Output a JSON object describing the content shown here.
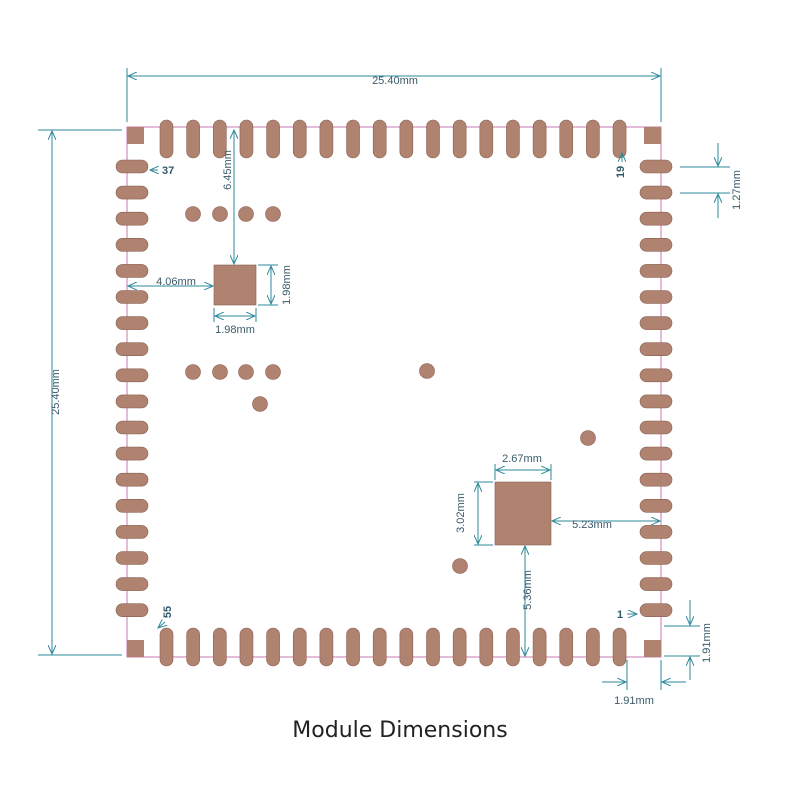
{
  "colors": {
    "pad": "#b08270",
    "pad_stroke": "#8a6050",
    "outline": "#c878b0",
    "dim_line": "#2e8a9a",
    "dim_text": "#3a5a6a",
    "background": "#ffffff"
  },
  "dimensions": {
    "width": "25.40mm",
    "height": "25.40mm",
    "pad_pitch": "1.27mm",
    "corner_offset_vertical": "1.91mm",
    "corner_offset_horizontal": "1.91mm",
    "small_pad_top": "6.45mm",
    "small_pad_left": "4.06mm",
    "small_pad_width": "1.98mm",
    "small_pad_height": "1.98mm",
    "large_pad_width": "2.67mm",
    "large_pad_height": "3.02mm",
    "large_pad_right": "5.23mm",
    "large_pad_bottom": "5.36mm"
  },
  "pin_labels": {
    "pin_37": "37",
    "pin_19": "19",
    "pin_55": "55",
    "pin_1": "1"
  },
  "caption": "Module Dimensions"
}
